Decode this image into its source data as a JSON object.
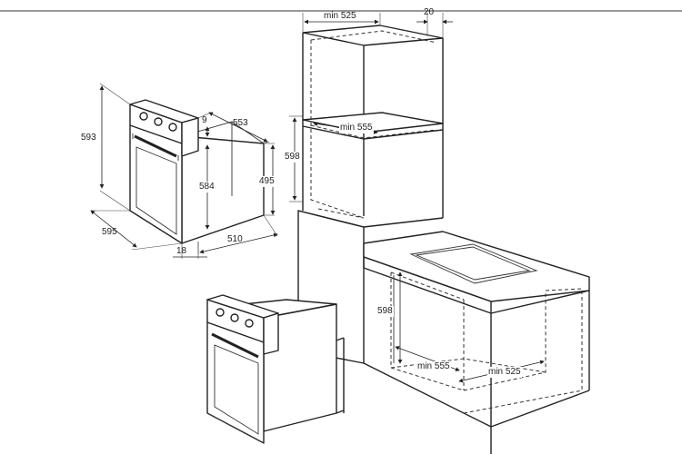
{
  "colors": {
    "line": "#222222",
    "background": "#ffffff"
  },
  "oven_dimensions": {
    "height_front": "593",
    "width_front": "595",
    "depth_total": "553",
    "panel_offset": "9",
    "cavity_height": "584",
    "body_height": "495",
    "body_depth": "510",
    "panel_thickness": "18"
  },
  "column_installation": {
    "width_min": "min 525",
    "rear_gap": "20",
    "depth_min": "min 555",
    "opening_height": "598"
  },
  "undercounter_installation": {
    "opening_height": "598",
    "width_min": "min 555",
    "depth_min": "min 525"
  }
}
